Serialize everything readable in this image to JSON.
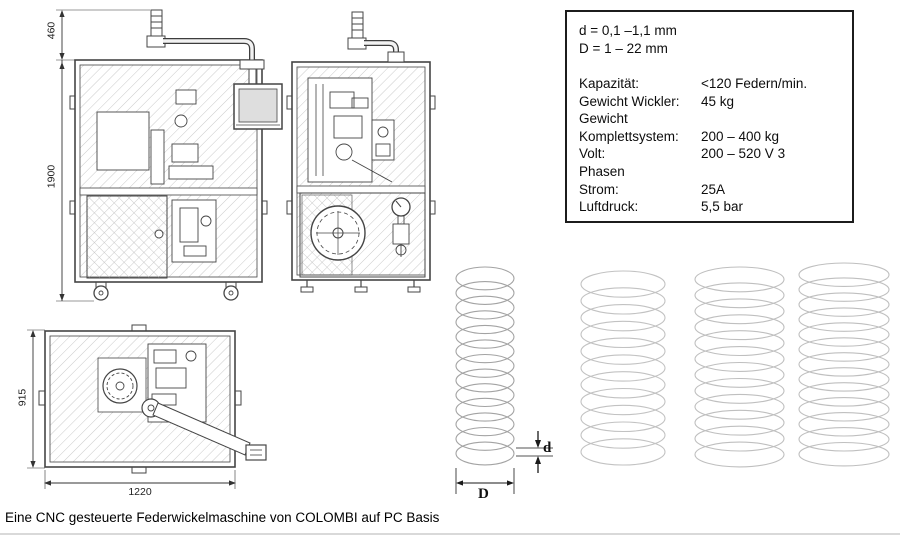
{
  "spec_box": {
    "wire_line": "d = 0,1 –1,1 mm",
    "diameter_line": "D = 1 – 22 mm",
    "rows": [
      {
        "label": "Kapazität:",
        "value": "<120 Federn/min."
      },
      {
        "label": "Gewicht Wickler:",
        "value": "45 kg"
      },
      {
        "label": "Gewicht",
        "value": ""
      },
      {
        "label": "Komplettsystem:",
        "value": "200 – 400 kg"
      },
      {
        "label": "Volt:",
        "value": "200 – 520 V 3"
      },
      {
        "label": "Phasen",
        "value": ""
      },
      {
        "label": "Strom:",
        "value": "25A"
      },
      {
        "label": "Luftdruck:",
        "value": "5,5 bar"
      }
    ]
  },
  "dimensions": {
    "front_top_section": "460",
    "front_total_height": "1900",
    "top_view_depth": "915",
    "top_view_width": "1220"
  },
  "spring_annotation": {
    "wire_diameter": "d",
    "coil_diameter": "D"
  },
  "caption": "Eine CNC gesteuerte Federwickelmaschine von COLOMBI auf PC Basis",
  "colors": {
    "background": "#ffffff",
    "line_art": "#454545",
    "hatch": "#bdbdbd",
    "spring_line": "#bfbfbf"
  }
}
